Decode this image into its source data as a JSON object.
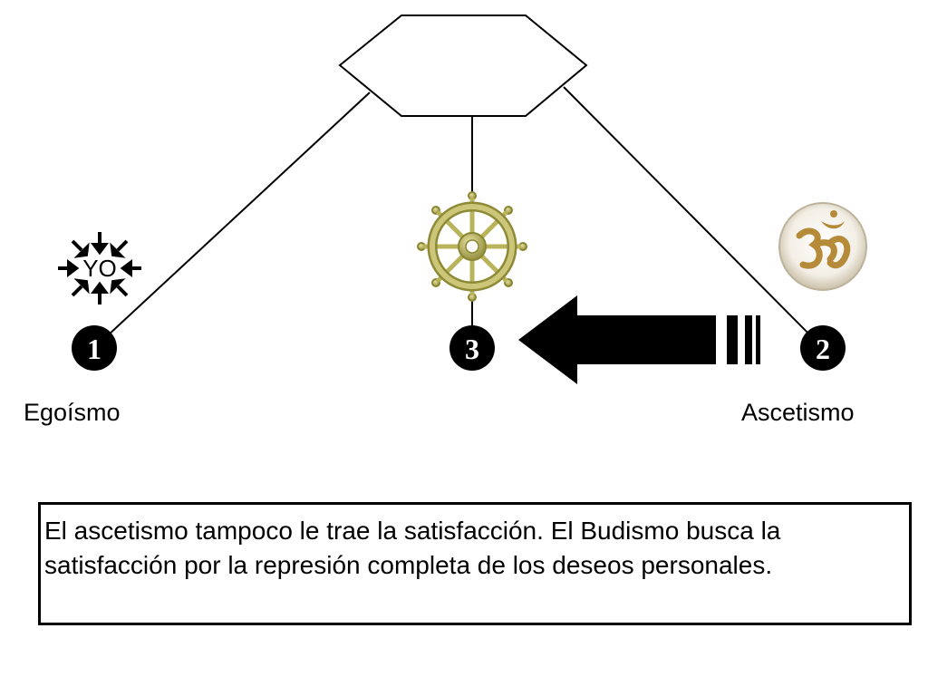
{
  "nodes": [
    {
      "id": "node-1",
      "number": "1",
      "label": "Egoísmo",
      "symbol": "yo-sun-icon",
      "symbol_text": "YO"
    },
    {
      "id": "node-3",
      "number": "3",
      "label": "",
      "symbol": "dharma-wheel-icon"
    },
    {
      "id": "node-2",
      "number": "2",
      "label": "Ascetismo",
      "symbol": "om-symbol-icon"
    }
  ],
  "arrow": {
    "direction": "left",
    "from": "node-2",
    "to": "node-3"
  },
  "caption": "El ascetismo tampoco le trae la satisfacción.  El Budismo busca la satisfacción por la represión completa de los deseos personales.",
  "colors": {
    "text": "#000000",
    "node_fill": "#000000",
    "number_text": "#ffffff",
    "wheel_gold": "#b9b35a",
    "om_gold": "#b58b3a"
  }
}
